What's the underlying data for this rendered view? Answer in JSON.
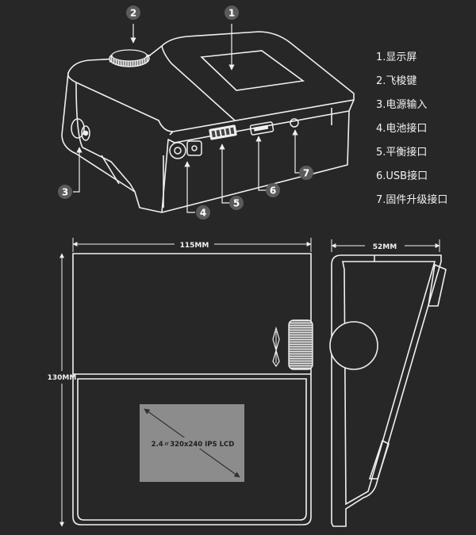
{
  "callouts": [
    "1",
    "2",
    "3",
    "4",
    "5",
    "6",
    "7"
  ],
  "legend": [
    "1.显示屏",
    "2.飞梭键",
    "3.电源输入",
    "4.电池接口",
    "5.平衡接口",
    "6.USB接口",
    "7.固件升级接口"
  ],
  "dimensions": {
    "front_width": "115MM",
    "side_depth": "52MM",
    "height": "130MM"
  },
  "screen_label": "2.4〃320x240 IPS LCD",
  "colors": {
    "background": "#272727",
    "outline": "#f0f0f0",
    "screen": "#8c8c8c",
    "badge": "#5b5b5b"
  }
}
